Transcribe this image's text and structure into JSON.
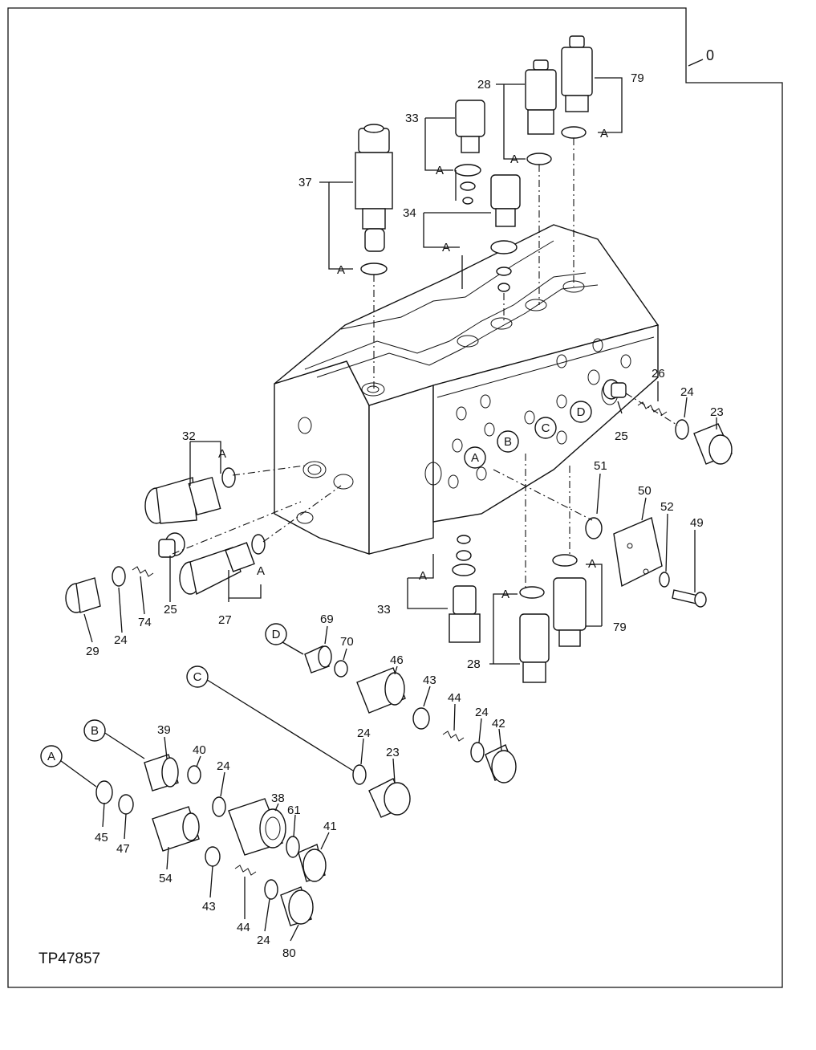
{
  "figure_id": "TP47857",
  "corner_label": "0",
  "callout_letters": [
    "A",
    "B",
    "C",
    "D"
  ],
  "part_numbers": [
    "23",
    "24",
    "25",
    "26",
    "27",
    "28",
    "29",
    "32",
    "33",
    "34",
    "37",
    "38",
    "39",
    "40",
    "41",
    "42",
    "43",
    "44",
    "45",
    "46",
    "47",
    "49",
    "50",
    "51",
    "52",
    "54",
    "61",
    "69",
    "70",
    "74",
    "79",
    "80"
  ]
}
